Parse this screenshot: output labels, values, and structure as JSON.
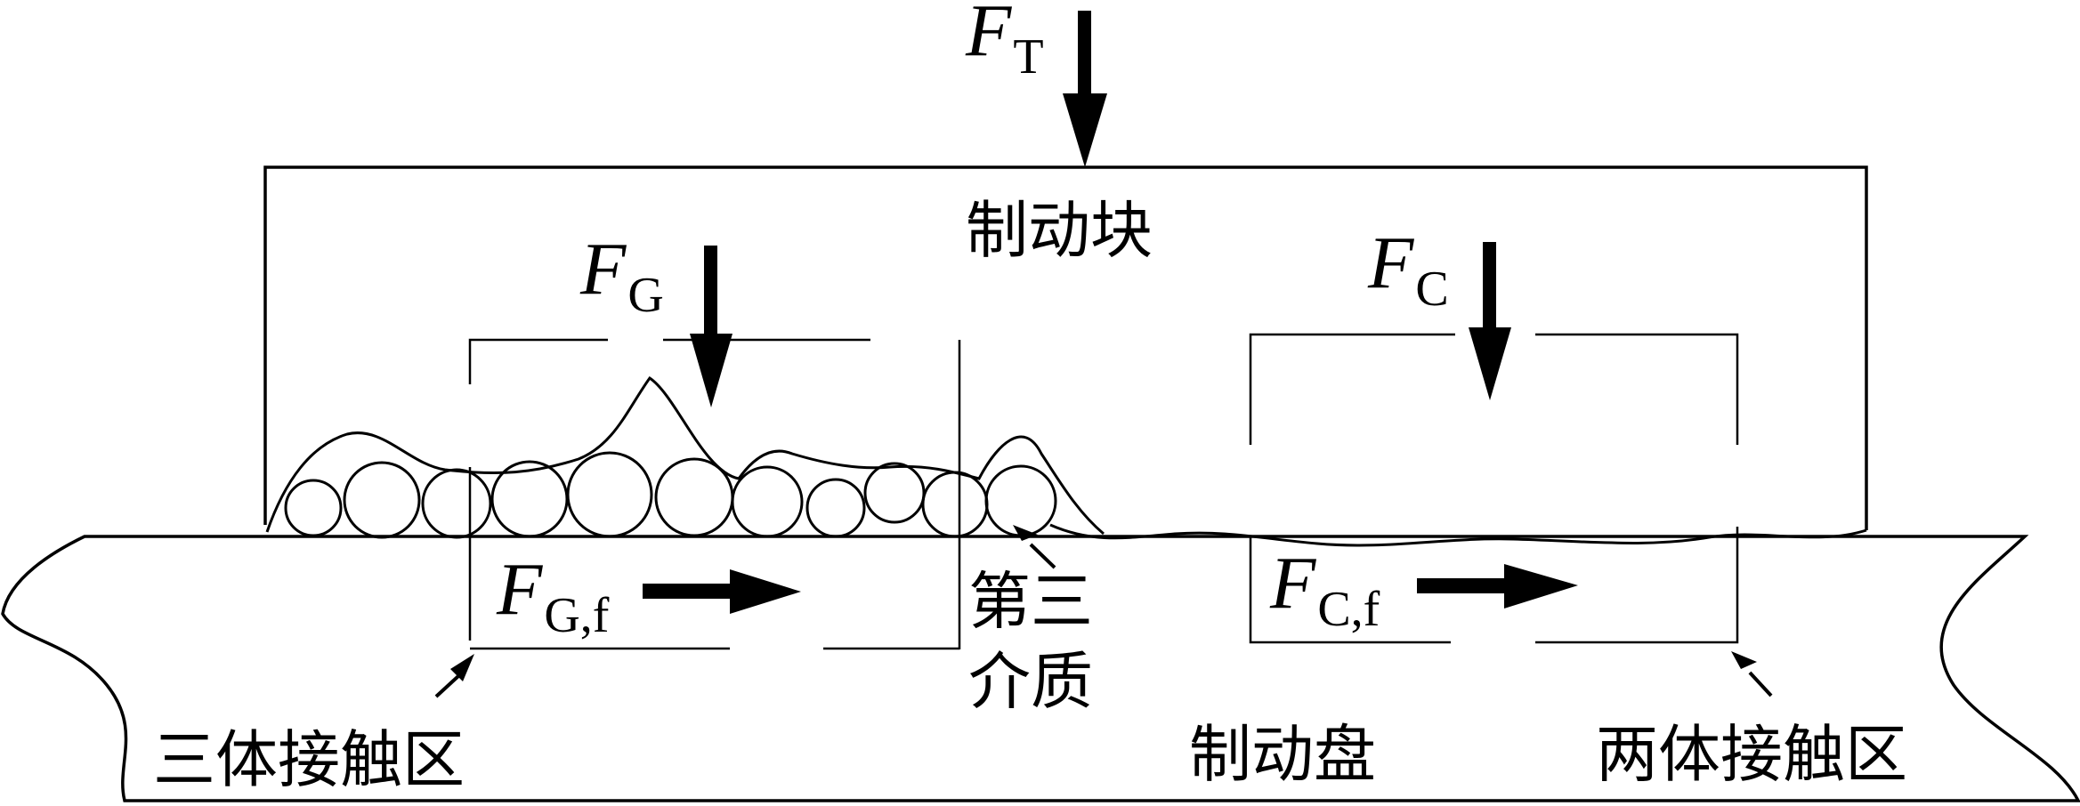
{
  "labels": {
    "brake_block": "制动块",
    "brake_disc": "制动盘",
    "third_body_line1": "第三",
    "third_body_line2": "介质",
    "three_body_zone": "三体接触区",
    "two_body_zone": "两体接触区"
  },
  "forces": {
    "ft": {
      "symbol": "F",
      "subscript": "T"
    },
    "fg": {
      "symbol": "F",
      "subscript": "G"
    },
    "fc": {
      "symbol": "F",
      "subscript": "C"
    },
    "fgf": {
      "symbol": "F",
      "subscript": "G,f"
    },
    "fcf": {
      "symbol": "F",
      "subscript": "C,f"
    }
  },
  "colors": {
    "stroke": "#000000",
    "background": "#ffffff"
  }
}
